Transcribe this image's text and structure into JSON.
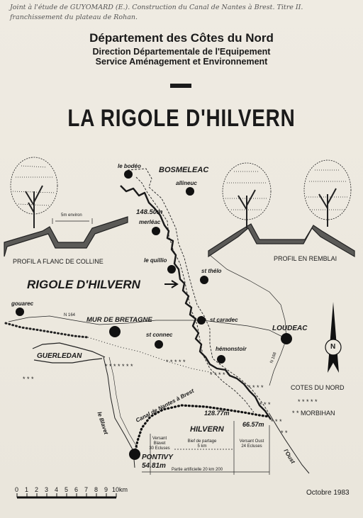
{
  "handwritten_note": "Joint à l'étude de GUYOMARD (E.). Construction du Canal de Nantes à Brest. Titre II. franchissement du plateau de Rohan.",
  "header": {
    "line1": "Département des Côtes du Nord",
    "line2": "Direction Départementale de l'Equipement",
    "line3": "Service Aménagement et Environnement"
  },
  "title": "LA RIGOLE D'HILVERN",
  "profiles": {
    "left_caption": "PROFIL A FLANC DE COLLINE",
    "left_width": "5m environ",
    "right_caption": "PROFIL EN REMBLAI"
  },
  "places": {
    "le_bodeo": "le bodéo",
    "bosmeleac": "BOSMELEAC",
    "allineuc": "allineuc",
    "merleac": "merléac",
    "le_quillio": "le quillio",
    "st_thelo": "st thélo",
    "gouarec": "gouarec",
    "mur": "MUR DE BRETAGNE",
    "st_caradec": "st caradec",
    "loudeac": "LOUDEAC",
    "st_connec": "st connec",
    "hemonstoir": "hémonstoir",
    "guerledan": "GUERLEDAN",
    "pontivy": "PONTIVY"
  },
  "labels": {
    "rigole": "RIGOLE D'HILVERN",
    "n164": "N 164",
    "n168": "N 168",
    "cotes_du_nord": "COTES DU NORD",
    "morbihan": "MORBIHAN",
    "canal": "Canal de Nantes à Brest",
    "blavet": "le Blavet",
    "oust": "l'Oust",
    "hilvern": "HILVERN",
    "versant_blavet": [
      "Versant",
      "Blavet",
      "30 Ecluses"
    ],
    "bief": [
      "Bief de partage",
      "5 km"
    ],
    "versant_oust": [
      "Versant Oust",
      "24 Ecluses"
    ],
    "partie": "Partie artificielle 20 km 200",
    "compass": "N"
  },
  "altitudes": {
    "a1": "148.50m",
    "a2": "128.77m",
    "a3": "66.57m",
    "a4": "54.81m"
  },
  "scale": {
    "ticks": [
      "0",
      "1",
      "2",
      "3",
      "4",
      "5",
      "6",
      "7",
      "8",
      "9",
      "10km"
    ]
  },
  "date": "Octobre 1983"
}
